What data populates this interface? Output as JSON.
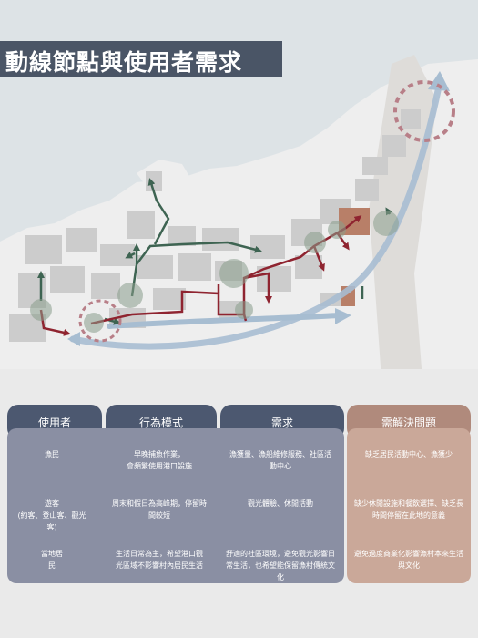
{
  "title": "動線節點與使用者需求",
  "colors": {
    "water": "#dde3e6",
    "land": "#eeeeee",
    "building": "#cccccc",
    "road": "#dedcd9",
    "coast_route": "#a7bdd1",
    "red_path": "#8f2430",
    "green_path": "#3e6452",
    "node": "#8a9e8c",
    "header_dark": "#4c5870",
    "header_accent": "#b08a7c",
    "panel_main": "#8a8fa3",
    "panel_accent": "#caa899",
    "highlight_building": "#b87f68"
  },
  "table": {
    "headers": [
      "使用者",
      "行為模式",
      "需求",
      "需解決問題"
    ],
    "rows": [
      {
        "user": "漁民",
        "behavior": "早晚捕魚作業，\n會頻繁使用港口設施",
        "need": "漁獲量、漁船維修服務、社區活\n動中心",
        "issue": "缺乏居民活動中心、漁獲少"
      },
      {
        "user": "遊客\n(約客、登山客、觀光客)",
        "behavior": "周末和假日為高峰期，停留時\n間較短",
        "need": "觀光體驗、休閒活動",
        "issue": "缺少休閒設施和餐飲選擇、缺乏長\n時間停留在此地的意義"
      },
      {
        "user": "當地居\n民",
        "behavior": "生活日常為主，希望港口觀\n光區域不影響村內居民生活",
        "need": "舒適的社區環境，避免觀光影響日\n常生活，也希望能保留漁村傳統文\n化",
        "issue": "避免過度商業化影響漁村本來生活\n與文化"
      }
    ]
  }
}
